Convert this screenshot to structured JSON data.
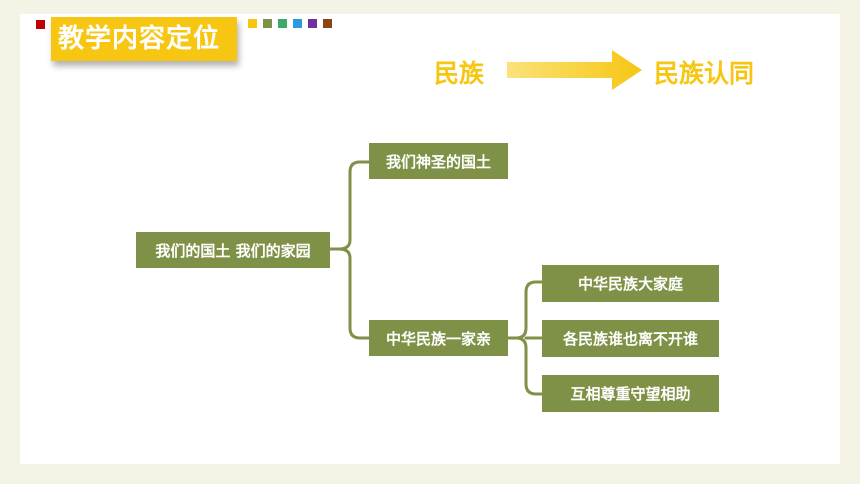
{
  "header": {
    "title": "教学内容定位",
    "colors": {
      "tag": "#f6c613",
      "square": "#c00000",
      "dots": [
        "#f6c613",
        "#7f9147",
        "#3da86a",
        "#2b9be0",
        "#7030a0",
        "#8b4513"
      ]
    }
  },
  "flow": {
    "from": "民族",
    "to": "民族认同",
    "text_color": "#f6c613",
    "arrow_color": "#f6c613"
  },
  "mindmap": {
    "node_color": "#7f9147",
    "line_color": "#7f9147",
    "root": "我们的国土 我们的家园",
    "branches": [
      {
        "label": "我们神圣的国土",
        "children": []
      },
      {
        "label": "中华民族一家亲",
        "children": [
          "中华民族大家庭",
          "各民族谁也离不开谁",
          "互相尊重守望相助"
        ]
      }
    ]
  }
}
